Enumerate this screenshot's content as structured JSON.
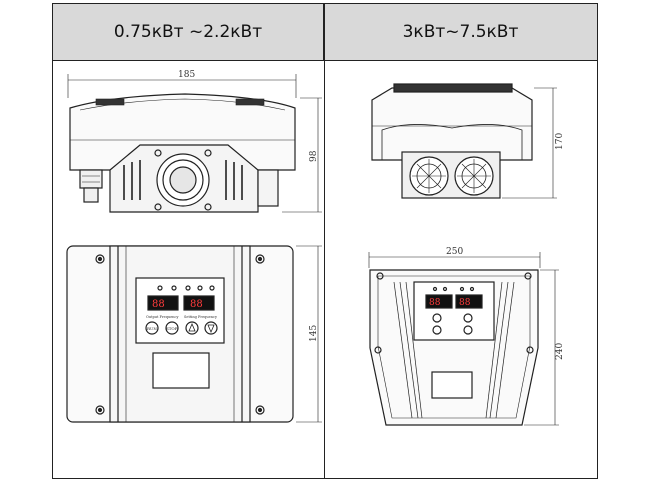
{
  "header": {
    "left_label": "0.75кВт ~2.2кВт",
    "right_label": "3кВт~7.5кВт"
  },
  "left_unit": {
    "dim_width": "185",
    "dim_side_height": "98",
    "dim_front_height": "145",
    "display_left": "88",
    "display_right": "88",
    "caption_left": "Output Frequency",
    "caption_right": "Setting Frequency",
    "run_label": "RUN",
    "stop_label": "STOP"
  },
  "right_unit": {
    "dim_side_height": "170",
    "dim_width": "250",
    "dim_front_height": "240",
    "display_left": "88",
    "display_right": "88"
  }
}
